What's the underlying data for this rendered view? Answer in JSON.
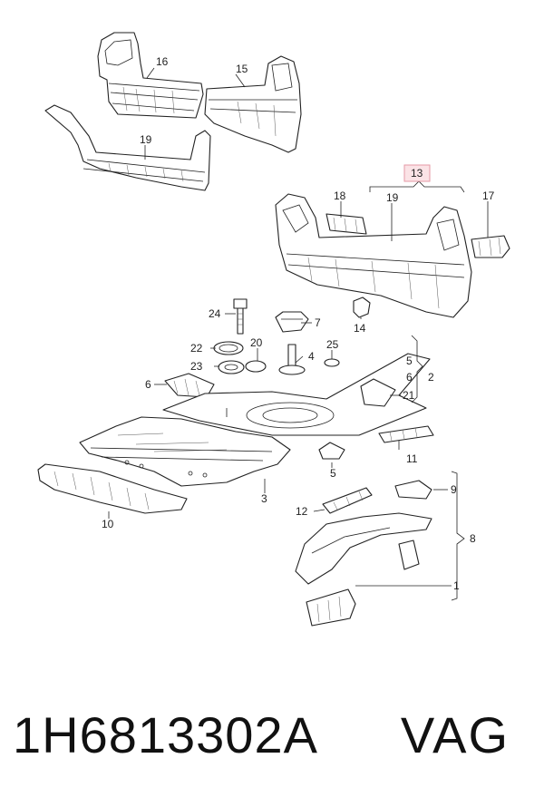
{
  "labels": {
    "l16": "16",
    "l15": "15",
    "l19a": "19",
    "l13": "13",
    "l18": "18",
    "l19b": "19",
    "l17": "17",
    "l24": "24",
    "l7": "7",
    "l14": "14",
    "l22": "22",
    "l20": "20",
    "l4": "4",
    "l25": "25",
    "l23": "23",
    "l6": "6",
    "l5a": "5",
    "l6b": "6",
    "l2": "2",
    "l21": "21",
    "l11": "11",
    "l5b": "5",
    "l3": "3",
    "l10": "10",
    "l9": "9",
    "l12": "12",
    "l8": "8",
    "l1": "1"
  },
  "footer": {
    "part_number": "1H6813302A",
    "brand": "VAG"
  },
  "colors": {
    "highlight": "#fbe3e6",
    "highlight_border": "#e69aa6",
    "line": "#222222"
  }
}
